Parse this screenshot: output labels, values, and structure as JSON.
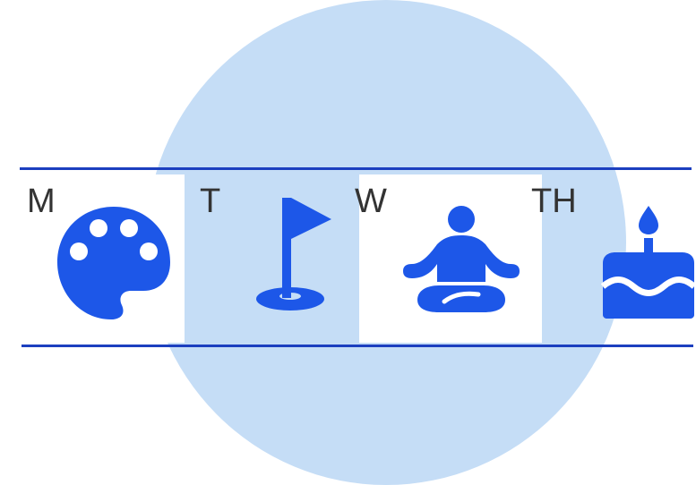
{
  "colors": {
    "icon": "#1d57e8",
    "rule": "#1c3fbf",
    "circle": "#c5ddf6",
    "label": "#333333"
  },
  "days": [
    {
      "label": "M",
      "icon": "palette-icon"
    },
    {
      "label": "T",
      "icon": "golf-flag-icon"
    },
    {
      "label": "W",
      "icon": "meditation-icon"
    },
    {
      "label": "TH",
      "icon": "birthday-cake-icon"
    }
  ]
}
